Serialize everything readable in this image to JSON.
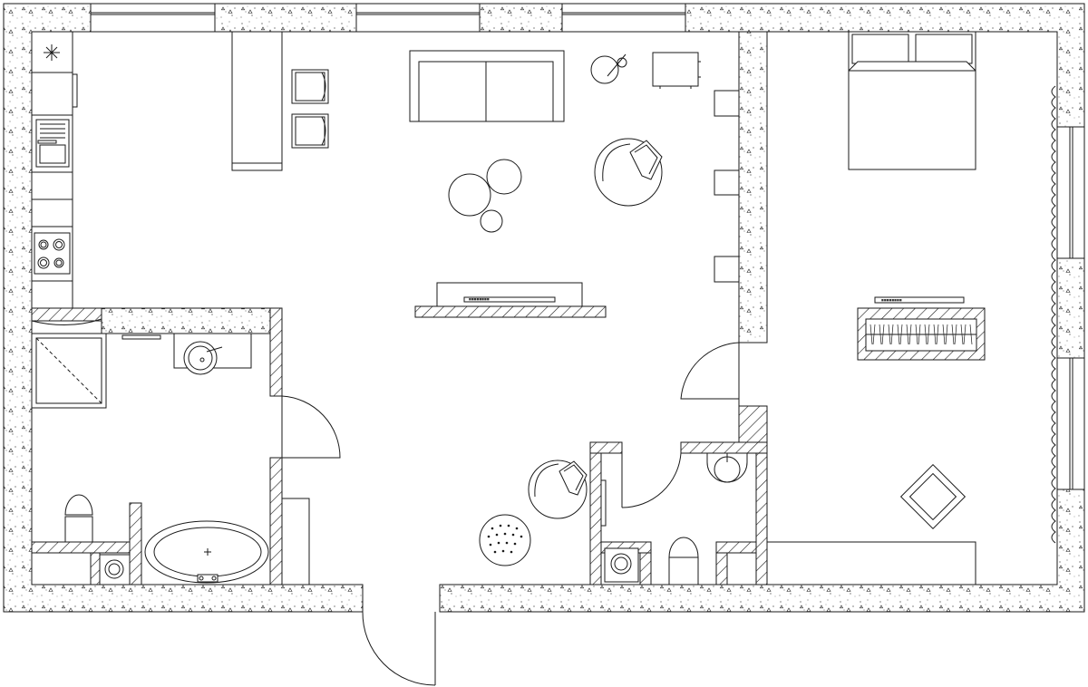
{
  "plan": {
    "colors": {
      "line": "#1a1a1a",
      "background": "#ffffff",
      "wall_fill": "#ffffff"
    },
    "rooms": [
      {
        "id": "living-kitchen"
      },
      {
        "id": "bedroom"
      },
      {
        "id": "bathroom"
      },
      {
        "id": "wc"
      }
    ],
    "icons": [
      "sofa-icon",
      "armchair-icon",
      "bed-icon",
      "bathtub-icon",
      "toilet-icon",
      "shower-icon",
      "stove-icon",
      "sink-icon",
      "tv-icon",
      "wardrobe-icon",
      "door-icon",
      "window-icon",
      "radiator-icon",
      "washing-machine-icon"
    ]
  }
}
